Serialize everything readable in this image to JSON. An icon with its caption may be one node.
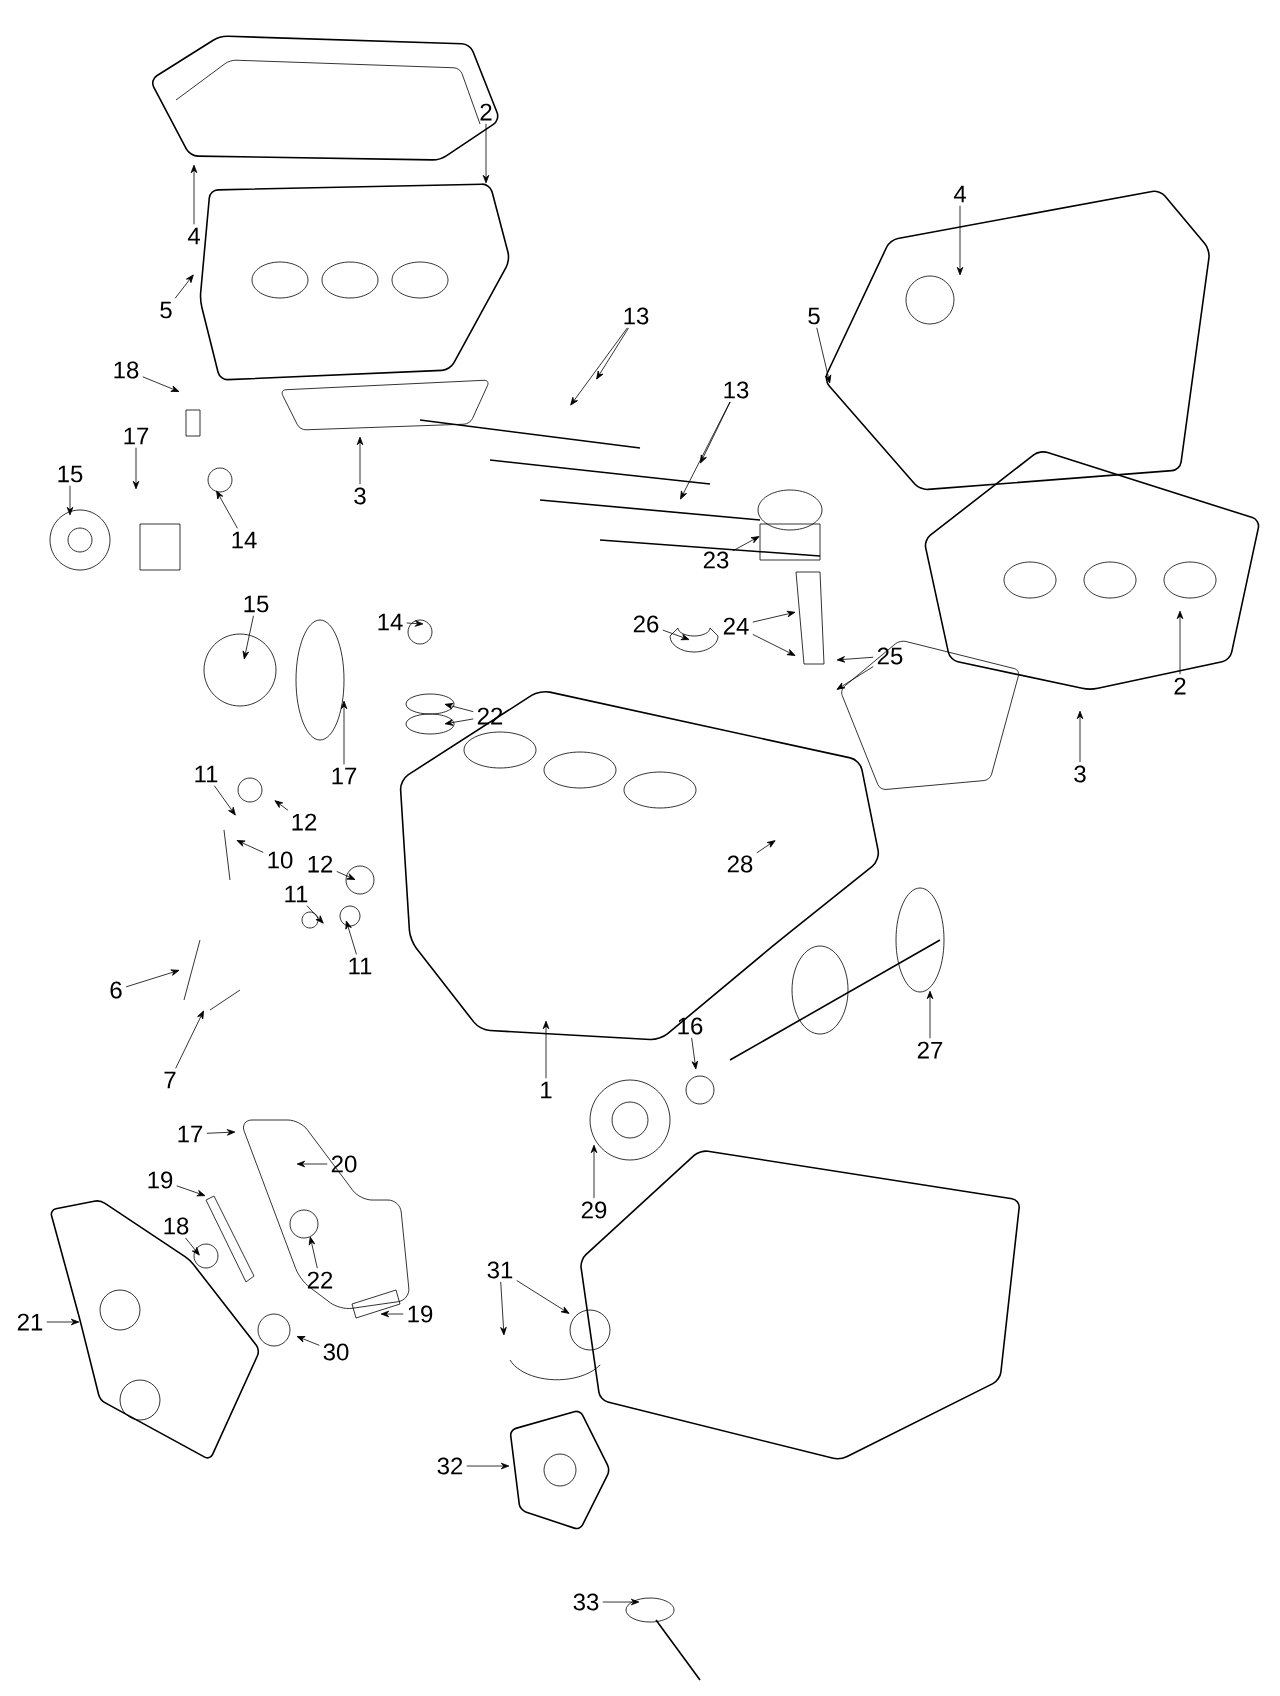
{
  "diagram": {
    "nodes": [
      {
        "text": [
          "4"
        ]
      },
      {
        "text": [
          "2"
        ]
      },
      {
        "text": [
          "5"
        ]
      },
      {
        "text": [
          "18"
        ]
      },
      {
        "text": [
          "17"
        ]
      },
      {
        "text": [
          "15"
        ]
      },
      {
        "text": [
          "14"
        ]
      },
      {
        "text": [
          "3"
        ]
      },
      {
        "text": [
          "13"
        ]
      },
      {
        "text": [
          "13"
        ]
      },
      {
        "text": [
          "4"
        ]
      },
      {
        "text": [
          "5"
        ]
      },
      {
        "text": [
          "23"
        ]
      },
      {
        "text": [
          "26"
        ]
      },
      {
        "text": [
          "24"
        ]
      },
      {
        "text": [
          "25"
        ]
      },
      {
        "text": [
          "2"
        ]
      },
      {
        "text": [
          "3"
        ]
      },
      {
        "text": [
          "15"
        ]
      },
      {
        "text": [
          "14"
        ]
      },
      {
        "text": [
          "17"
        ]
      },
      {
        "text": [
          "22"
        ]
      },
      {
        "text": [
          "11"
        ]
      },
      {
        "text": [
          "12"
        ]
      },
      {
        "text": [
          "10"
        ]
      },
      {
        "text": [
          "12"
        ]
      },
      {
        "text": [
          "11"
        ]
      },
      {
        "text": [
          "11"
        ]
      },
      {
        "text": [
          "6"
        ]
      },
      {
        "text": [
          "7"
        ]
      },
      {
        "text": [
          "28"
        ]
      },
      {
        "text": [
          "1"
        ]
      },
      {
        "text": [
          "16"
        ]
      },
      {
        "text": [
          "27"
        ]
      },
      {
        "text": [
          "29"
        ]
      },
      {
        "text": [
          "17"
        ]
      },
      {
        "text": [
          "20"
        ]
      },
      {
        "text": [
          "19"
        ]
      },
      {
        "text": [
          "18"
        ]
      },
      {
        "text": [
          "22"
        ]
      },
      {
        "text": [
          "21"
        ]
      },
      {
        "text": [
          "19"
        ]
      },
      {
        "text": [
          "30"
        ]
      },
      {
        "text": [
          "31"
        ]
      },
      {
        "text": [
          "32"
        ]
      },
      {
        "text": [
          "33"
        ]
      }
    ],
    "edges": [
      {
        "from": 0,
        "to": null,
        "arrow": "to"
      },
      {
        "from": 1,
        "to": null,
        "arrow": "to"
      },
      {
        "from": 2,
        "to": null,
        "arrow": "to"
      },
      {
        "from": 3,
        "to": null,
        "arrow": "to"
      },
      {
        "from": 4,
        "to": null,
        "arrow": "to"
      },
      {
        "from": 5,
        "to": null,
        "arrow": "to"
      },
      {
        "from": 6,
        "to": null,
        "arrow": "to"
      },
      {
        "from": 7,
        "to": null,
        "arrow": "to"
      },
      {
        "from": 8,
        "to": null,
        "arrow": "to"
      },
      {
        "from": 8,
        "to": null,
        "arrow": "to"
      },
      {
        "from": 9,
        "to": null,
        "arrow": "to"
      },
      {
        "from": 9,
        "to": null,
        "arrow": "to"
      },
      {
        "from": 10,
        "to": null,
        "arrow": "to"
      },
      {
        "from": 11,
        "to": null,
        "arrow": "to"
      },
      {
        "from": 12,
        "to": null,
        "arrow": "to"
      },
      {
        "from": 13,
        "to": null,
        "arrow": "to"
      },
      {
        "from": 14,
        "to": null,
        "arrow": "to"
      },
      {
        "from": 14,
        "to": null,
        "arrow": "to"
      },
      {
        "from": 15,
        "to": null,
        "arrow": "to"
      },
      {
        "from": 15,
        "to": null,
        "arrow": "to"
      },
      {
        "from": 16,
        "to": null,
        "arrow": "to"
      },
      {
        "from": 17,
        "to": null,
        "arrow": "to"
      },
      {
        "from": 18,
        "to": null,
        "arrow": "to"
      },
      {
        "from": 19,
        "to": null,
        "arrow": "to"
      },
      {
        "from": 20,
        "to": null,
        "arrow": "to"
      },
      {
        "from": 21,
        "to": null,
        "arrow": "to"
      },
      {
        "from": 21,
        "to": null,
        "arrow": "to"
      },
      {
        "from": 22,
        "to": null,
        "arrow": "to"
      },
      {
        "from": 23,
        "to": null,
        "arrow": "to"
      },
      {
        "from": 24,
        "to": null,
        "arrow": "to"
      },
      {
        "from": 25,
        "to": null,
        "arrow": "to"
      },
      {
        "from": 26,
        "to": null,
        "arrow": "to"
      },
      {
        "from": 27,
        "to": null,
        "arrow": "to"
      },
      {
        "from": 28,
        "to": null,
        "arrow": "to"
      },
      {
        "from": 29,
        "to": null,
        "arrow": "to"
      },
      {
        "from": 30,
        "to": null,
        "arrow": "to"
      },
      {
        "from": 31,
        "to": null,
        "arrow": "to"
      },
      {
        "from": 32,
        "to": null,
        "arrow": "to"
      },
      {
        "from": 33,
        "to": null,
        "arrow": "to"
      },
      {
        "from": 34,
        "to": null,
        "arrow": "to"
      },
      {
        "from": 35,
        "to": null,
        "arrow": "to"
      },
      {
        "from": 36,
        "to": null,
        "arrow": "to"
      },
      {
        "from": 37,
        "to": null,
        "arrow": "to"
      },
      {
        "from": 38,
        "to": null,
        "arrow": "to"
      },
      {
        "from": 39,
        "to": null,
        "arrow": "to"
      },
      {
        "from": 40,
        "to": null,
        "arrow": "to"
      },
      {
        "from": 41,
        "to": null,
        "arrow": "to"
      },
      {
        "from": 42,
        "to": null,
        "arrow": "to"
      },
      {
        "from": 43,
        "to": null,
        "arrow": "to"
      },
      {
        "from": 43,
        "to": null,
        "arrow": "to"
      },
      {
        "from": 44,
        "to": null,
        "arrow": "to"
      },
      {
        "from": 45,
        "to": null,
        "arrow": "to"
      }
    ]
  }
}
